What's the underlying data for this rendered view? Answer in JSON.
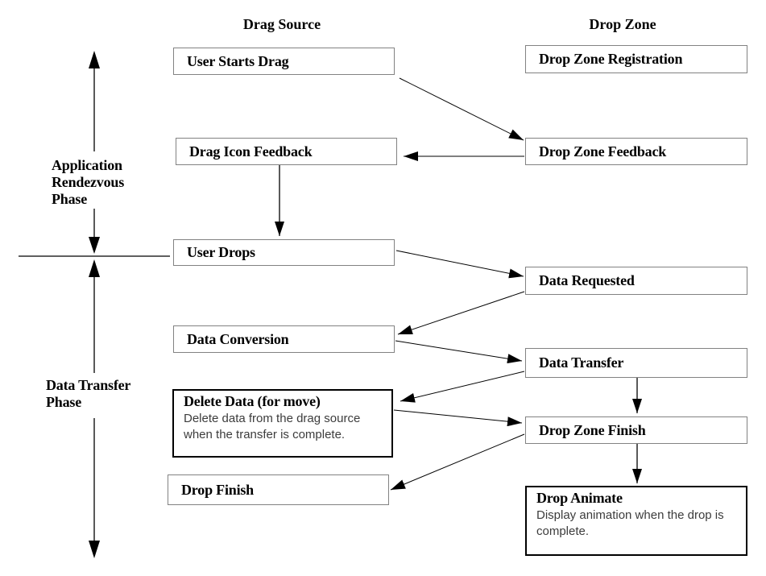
{
  "diagram": {
    "title_columns": {
      "left": "Drag Source",
      "right": "Drop Zone"
    },
    "phase1": {
      "line1": "Application",
      "line2": "Rendezvous",
      "line3": "Phase"
    },
    "phase2": {
      "line1": "Data Transfer",
      "line2": "Phase"
    },
    "nodes": {
      "user_starts_drag": {
        "title": "User Starts Drag"
      },
      "drop_zone_registration": {
        "title": "Drop Zone Registration"
      },
      "drag_icon_feedback": {
        "title": "Drag Icon Feedback"
      },
      "drop_zone_feedback": {
        "title": "Drop Zone Feedback"
      },
      "user_drops": {
        "title": "User Drops"
      },
      "data_requested": {
        "title": "Data Requested"
      },
      "data_conversion": {
        "title": "Data Conversion"
      },
      "data_transfer": {
        "title": "Data Transfer"
      },
      "delete_data": {
        "title": "Delete Data (for move)",
        "body": "Delete data from the drag source when the transfer is complete."
      },
      "drop_zone_finish": {
        "title": "Drop Zone Finish"
      },
      "drop_finish": {
        "title": "Drop Finish"
      },
      "drop_animate": {
        "title": "Drop Animate",
        "body": "Display animation when the drop is complete."
      }
    },
    "edges": [
      {
        "from": "User Starts Drag",
        "to": "Drop Zone Feedback"
      },
      {
        "from": "Drop Zone Feedback",
        "to": "Drag Icon Feedback"
      },
      {
        "from": "Drag Icon Feedback",
        "to": "User Drops"
      },
      {
        "from": "User Drops",
        "to": "Data Requested"
      },
      {
        "from": "Data Requested",
        "to": "Data Conversion"
      },
      {
        "from": "Data Conversion",
        "to": "Data Transfer"
      },
      {
        "from": "Data Transfer",
        "to": "Delete Data (for move)"
      },
      {
        "from": "Data Transfer",
        "to": "Drop Zone Finish"
      },
      {
        "from": "Delete Data (for move)",
        "to": "Drop Zone Finish"
      },
      {
        "from": "Drop Zone Finish",
        "to": "Drop Finish"
      },
      {
        "from": "Drop Zone Finish",
        "to": "Drop Animate"
      }
    ],
    "colors": {
      "box_border": "#828282",
      "strong_box_border": "#000000",
      "arrow": "#000000",
      "background": "#ffffff"
    }
  }
}
